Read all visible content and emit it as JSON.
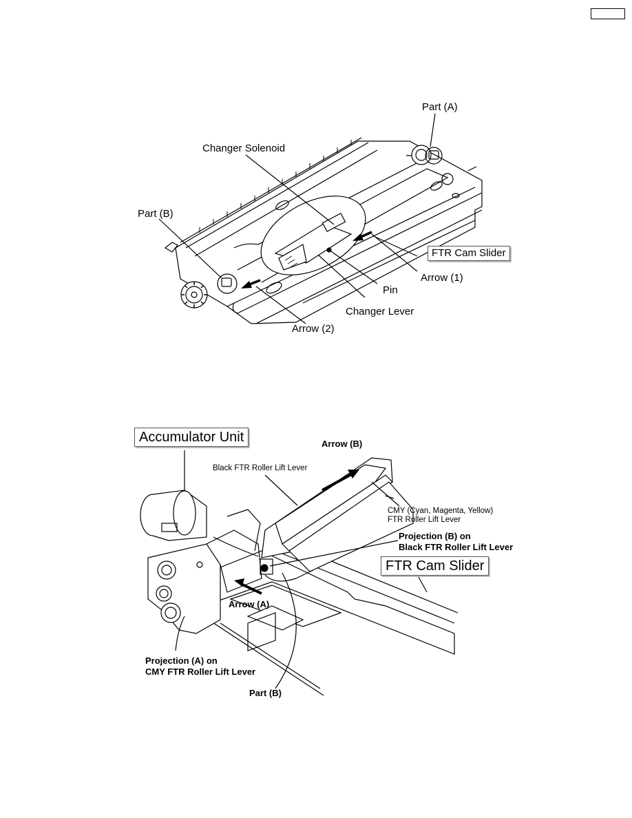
{
  "page": {
    "number_box": ""
  },
  "figure1": {
    "labels": {
      "part_a": "Part (A)",
      "changer_solenoid": "Changer Solenoid",
      "part_b": "Part (B)",
      "ftr_cam_slider": "FTR Cam Slider",
      "arrow_1": "Arrow (1)",
      "pin": "Pin",
      "changer_lever": "Changer Lever",
      "arrow_2": "Arrow (2)"
    }
  },
  "figure2": {
    "labels": {
      "accumulator_unit": "Accumulator Unit",
      "arrow_b": "Arrow (B)",
      "black_ftr_lever": "Black FTR Roller Lift Lever",
      "cmy_lever_line1": "CMY (Cyan, Magenta, Yellow)",
      "cmy_lever_line2": "FTR Roller Lift Lever",
      "projection_b_line1": "Projection (B) on",
      "projection_b_line2": "Black FTR Roller Lift Lever",
      "ftr_cam_slider": "FTR Cam Slider",
      "arrow_a": "Arrow (A)",
      "projection_a_line1": "Projection (A) on",
      "projection_a_line2": "CMY FTR Roller Lift Lever",
      "part_b": "Part (B)"
    }
  }
}
